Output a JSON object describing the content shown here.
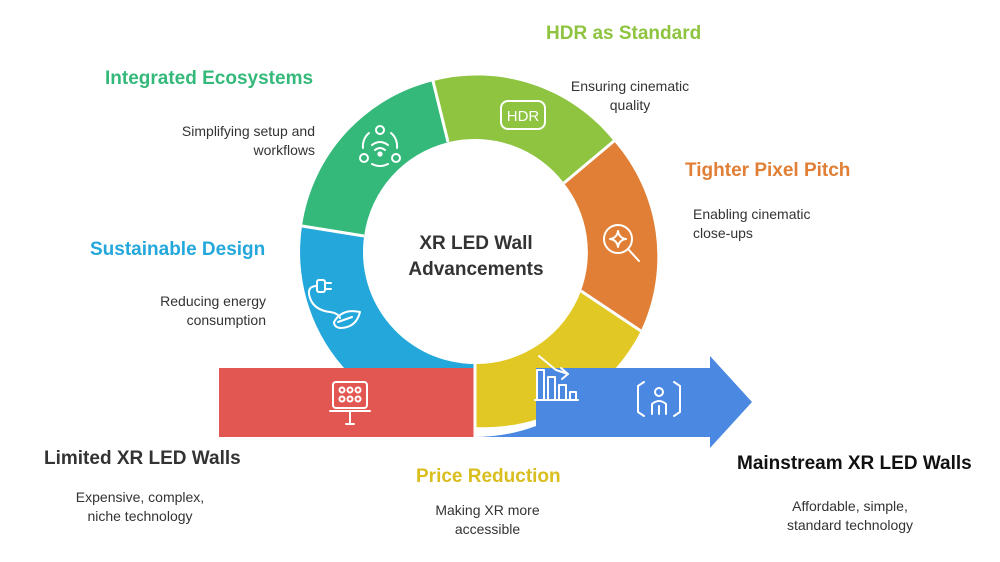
{
  "center": {
    "line1": "XR LED Wall",
    "line2": "Advancements"
  },
  "start": {
    "title": "Limited XR LED Walls",
    "desc_line1": "Expensive, complex,",
    "desc_line2": "niche technology",
    "color": "#E35752",
    "icon": "led-panel-icon"
  },
  "end": {
    "title": "Mainstream XR LED Walls",
    "desc_line1": "Affordable, simple,",
    "desc_line2": "standard technology",
    "color": "#4A88E2",
    "icon": "person-xr-stage-icon"
  },
  "stages": [
    {
      "title": "Price Reduction",
      "desc_line1": "Making XR more",
      "desc_line2": "accessible",
      "color": "#E2C825",
      "icon": "price-drop-chart-icon"
    },
    {
      "title": "Sustainable Design",
      "desc_line1": "Reducing energy",
      "desc_line2": "consumption",
      "color": "#24A8DB",
      "icon": "eco-plug-icon"
    },
    {
      "title": "Integrated Ecosystems",
      "desc_line1": "Simplifying setup and",
      "desc_line2": "workflows",
      "color": "#34B97A",
      "icon": "connected-hub-icon"
    },
    {
      "title": "HDR as Standard",
      "desc_line1": "Ensuring cinematic",
      "desc_line2": "quality",
      "color": "#8EC440",
      "icon": "hdr-icon",
      "icon_text": "HDR"
    },
    {
      "title": "Tighter Pixel Pitch",
      "desc_line1": "Enabling cinematic",
      "desc_line2": "close-ups",
      "color": "#E07F35",
      "icon": "magnifier-sparkle-icon"
    }
  ]
}
